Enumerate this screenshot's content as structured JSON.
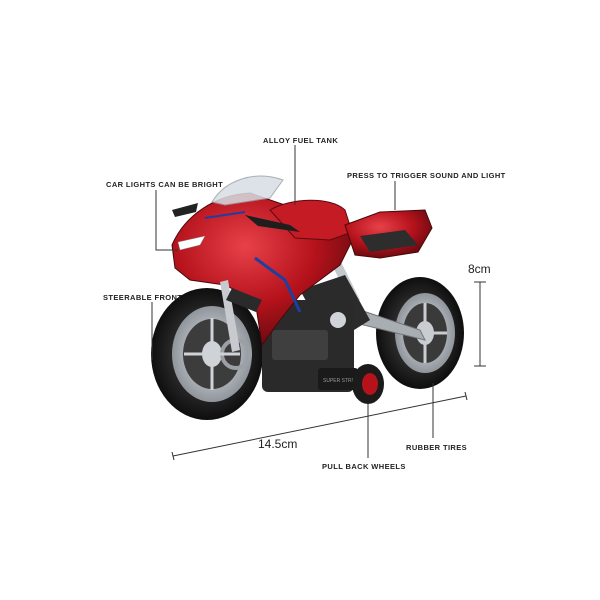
{
  "labels": {
    "fuel_tank": "ALLOY FUEL TANK",
    "lights": "CAR LIGHTS CAN BE BRIGHT",
    "sound": "PRESS TO TRIGGER SOUND AND LIGHT",
    "steerable": "STEERABLE FRONT",
    "tires": "RUBBER TIRES",
    "pullback": "PULL BACK WHEELS"
  },
  "dimensions": {
    "height": "8cm",
    "length": "14.5cm"
  },
  "colors": {
    "body_red": "#b5121b",
    "dark_red": "#6e0a10",
    "tire": "#1c1c1c",
    "chrome": "#bfc3c8",
    "line": "#333333"
  }
}
